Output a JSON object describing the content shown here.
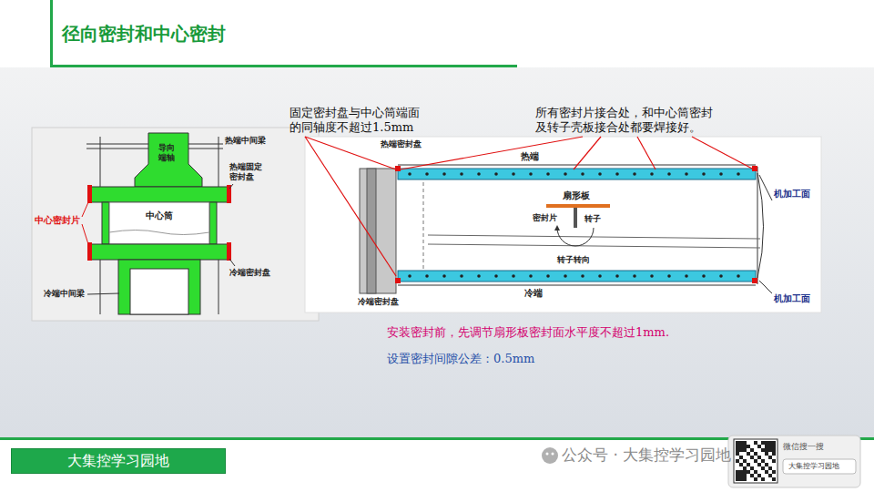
{
  "diagram": {
    "title": "径向密封和中心密封",
    "nodes": [
      {
        "text": [
          "大集控学习园地"
        ]
      }
    ],
    "labels": [
      "固定密封盘与中心筒端面 的同轴度不超过1.5mm",
      "所有密封片接合处，和中心筒密封 及转子壳板接合处都要焊接好。",
      "热端中间梁",
      "导向端轴",
      "热端固定密封盘",
      "中心密封片",
      "中心筒",
      "冷端密封盘",
      "冷端中间梁",
      "热端密封盘",
      "热端",
      "扇形板",
      "密封片",
      "转子",
      "转子转向",
      "机加工面",
      "冷端",
      "冷端密封盘",
      "机加工面",
      "安装密封前，先调节扇形板密封面水平度不超过1mm.",
      "设置密封间隙公差：0.5mm",
      "公众号 · 大集控学习园地",
      "微信搜一搜",
      "大集控学习园地"
    ]
  }
}
